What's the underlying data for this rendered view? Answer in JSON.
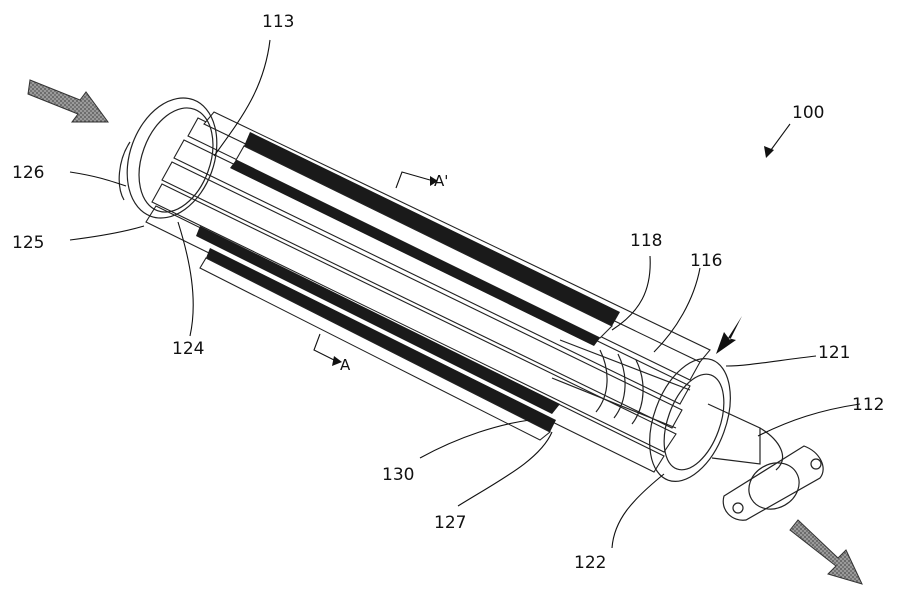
{
  "figure": {
    "labels": {
      "l100": "100",
      "l113": "113",
      "l126": "126",
      "l125": "125",
      "l124": "124",
      "l118": "118",
      "l116": "116",
      "l121": "121",
      "l112": "112",
      "l130": "130",
      "l127": "127",
      "l122": "122",
      "sectionA_top": "A'",
      "sectionA_bottom": "A"
    },
    "colors": {
      "line": "#222222",
      "arrow_fill": "#8a8a8a",
      "fin": "#1a1a1a"
    }
  }
}
